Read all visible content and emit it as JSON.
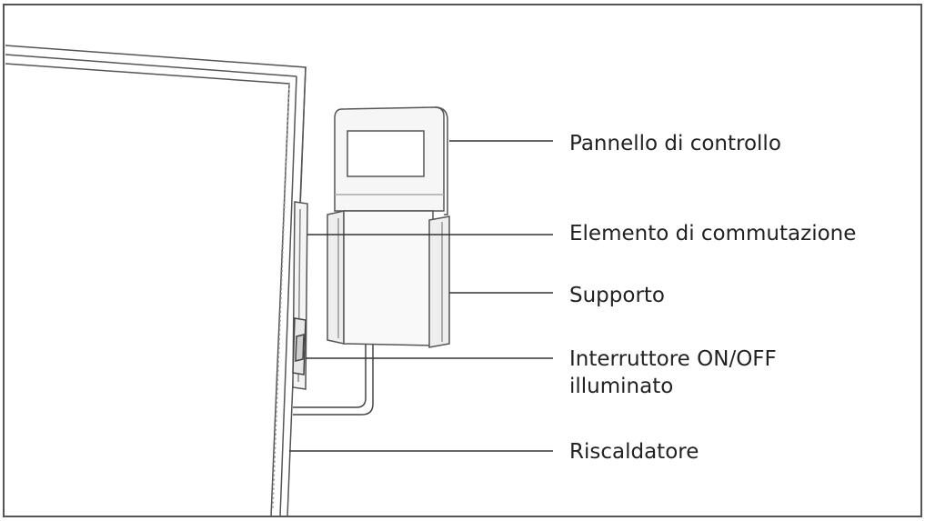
{
  "labels": {
    "control_panel": "Pannello di controllo",
    "switching_element": "Elemento di commutazione",
    "holder": "Supporto",
    "switch_line1": "Interruttore ON/OFF",
    "switch_line2": "illuminato",
    "heater": "Riscaldatore"
  },
  "colors": {
    "line": "#3a3a3a",
    "frame": "#555555",
    "text": "#222222"
  }
}
